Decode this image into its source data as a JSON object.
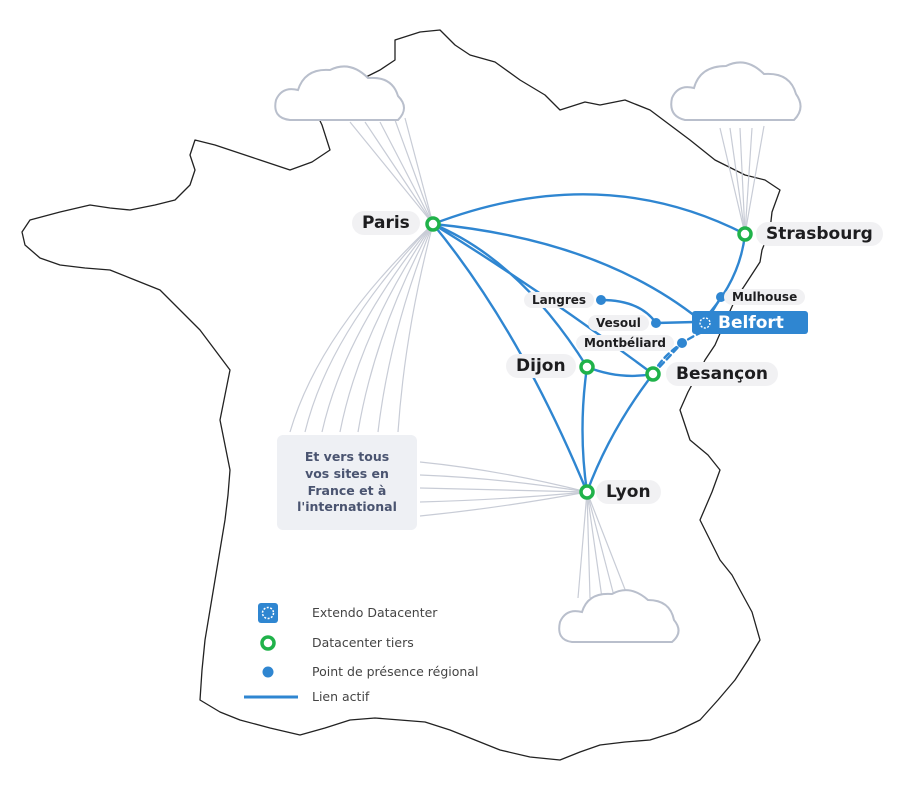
{
  "colors": {
    "link": "#2f86d1",
    "tier": "#20b24a",
    "pop": "#2f86d1",
    "extendo": "#2f86d1"
  },
  "nodes": {
    "paris": "Paris",
    "strasbourg": "Strasbourg",
    "mulhouse": "Mulhouse",
    "belfort": "Belfort",
    "langres": "Langres",
    "vesoul": "Vesoul",
    "montbeliard": "Montbéliard",
    "dijon": "Dijon",
    "besancon": "Besançon",
    "lyon": "Lyon"
  },
  "callout": "Et vers tous\nvos sites en\nFrance et à\nl'international",
  "legend": {
    "extendo": "Extendo Datacenter",
    "tier": "Datacenter tiers",
    "pop": "Point de présence régional",
    "link": "Lien actif"
  }
}
